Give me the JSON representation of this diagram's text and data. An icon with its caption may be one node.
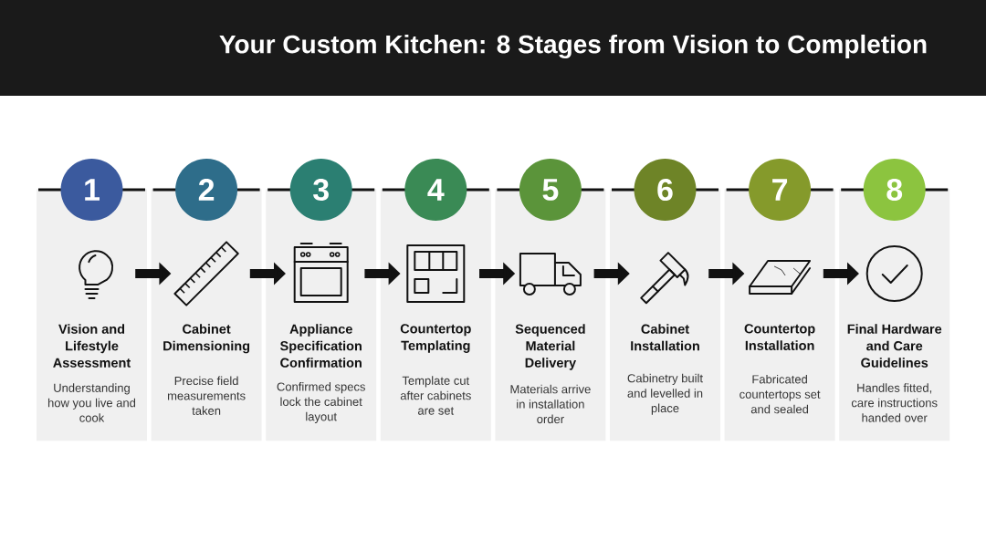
{
  "diagram": {
    "title": "Your Custom Kitchen: 8 Stages from Vision to Completion",
    "nodes": [
      {
        "text": [
          "1"
        ]
      },
      {
        "text": [
          "Vision and Lifestyle Assessment",
          "Understanding how you live and cook"
        ]
      },
      {
        "text": [
          "2"
        ]
      },
      {
        "text": [
          "Cabinet Dimensioning",
          "Precise field measurements taken"
        ]
      },
      {
        "text": [
          "3"
        ]
      },
      {
        "text": [
          "Appliance Specification Confirmation",
          "Confirmed specs lock the cabinet layout"
        ]
      },
      {
        "text": [
          "4"
        ]
      },
      {
        "text": [
          "Countertop Templating",
          "Template cut after cabinets are set"
        ]
      },
      {
        "text": [
          "5"
        ]
      },
      {
        "text": [
          "Sequenced Material Delivery",
          "Materials arrive in installation order"
        ]
      },
      {
        "text": [
          "6"
        ]
      },
      {
        "text": [
          "Cabinet Installation",
          "Cabinetry built and levelled in place"
        ]
      },
      {
        "text": [
          "7"
        ]
      },
      {
        "text": [
          "Countertop Installation",
          "Fabricated countertops set and sealed"
        ]
      },
      {
        "text": [
          "8"
        ]
      },
      {
        "text": [
          "Final Hardware and Care Guidelines",
          "Handles fitted, care instructions handed over"
        ]
      }
    ],
    "edges": [
      {
        "from": 1,
        "to": 3,
        "arrow": "to"
      },
      {
        "from": 3,
        "to": 5,
        "arrow": "to"
      },
      {
        "from": 5,
        "to": 7,
        "arrow": "to"
      },
      {
        "from": 7,
        "to": 9,
        "arrow": "to"
      },
      {
        "from": 9,
        "to": 11,
        "arrow": "to"
      },
      {
        "from": 11,
        "to": 13,
        "arrow": "to"
      },
      {
        "from": 13,
        "to": 15,
        "arrow": "to"
      }
    ]
  }
}
